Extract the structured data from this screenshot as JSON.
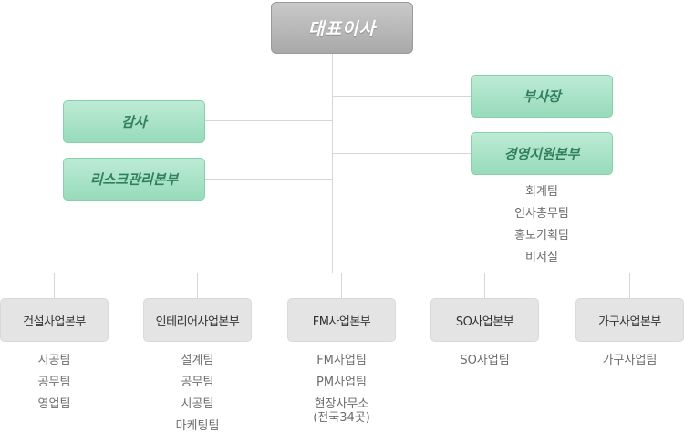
{
  "ceo": "대표이사",
  "vice_president": "부사장",
  "audit": "감사",
  "risk_management": "리스크관리본부",
  "management_support": {
    "label": "경영지원본부",
    "teams": [
      "회계팀",
      "인사총무팀",
      "홍보기획팀",
      "비서실"
    ]
  },
  "divisions": [
    {
      "label": "건설사업본부",
      "teams": [
        "시공팀",
        "공무팀",
        "영업팀"
      ]
    },
    {
      "label": "인테리어사업본부",
      "teams": [
        "설계팀",
        "공무팀",
        "시공팀",
        "마케팅팀"
      ]
    },
    {
      "label": "FM사업본부",
      "teams": [
        "FM사업팀",
        "PM사업팀",
        "현장사무소\n(전국34곳)"
      ]
    },
    {
      "label": "SO사업본부",
      "teams": [
        "SO사업팀"
      ]
    },
    {
      "label": "가구사업본부",
      "teams": [
        "가구사업팀"
      ]
    }
  ],
  "colors": {
    "ceo_box": "#b4b4b4",
    "green_box": "#a9e3c6",
    "green_text": "#317f5d",
    "division_box": "#e4e4e4",
    "connector": "#d6d6d6"
  }
}
